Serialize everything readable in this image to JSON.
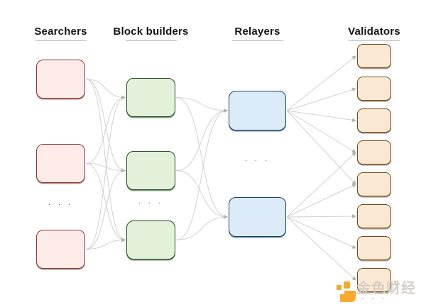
{
  "diagram": {
    "edge_color": "#c9c9c9",
    "arrow_color": "#b3b3b3",
    "underline_color": "#b8b8b8",
    "ellipsis": "· · ·",
    "columns": [
      {
        "id": "searchers",
        "label": "Searchers",
        "fill": "#fcebe6",
        "border": "#8a3a30",
        "node_count": 3,
        "has_ellipsis": true
      },
      {
        "id": "builders",
        "label": "Block builders",
        "fill": "#e3f0da",
        "border": "#1f4f20",
        "node_count": 3,
        "has_ellipsis": true
      },
      {
        "id": "relayers",
        "label": "Relayers",
        "fill": "#dcebf8",
        "border": "#17436b",
        "node_count": 2,
        "has_ellipsis": true
      },
      {
        "id": "validators",
        "label": "Validators",
        "fill": "#fbe8d2",
        "border": "#6f4824",
        "node_count": 8,
        "has_ellipsis": true
      }
    ],
    "edges": [
      [
        "searchers-1",
        "builders-1"
      ],
      [
        "searchers-1",
        "builders-2"
      ],
      [
        "searchers-1",
        "builders-3"
      ],
      [
        "searchers-2",
        "builders-1"
      ],
      [
        "searchers-2",
        "builders-2"
      ],
      [
        "searchers-2",
        "builders-3"
      ],
      [
        "searchers-3",
        "builders-1"
      ],
      [
        "searchers-3",
        "builders-2"
      ],
      [
        "searchers-3",
        "builders-3"
      ],
      [
        "builders-1",
        "relayers-1"
      ],
      [
        "builders-1",
        "relayers-2"
      ],
      [
        "builders-2",
        "relayers-1"
      ],
      [
        "builders-2",
        "relayers-2"
      ],
      [
        "builders-3",
        "relayers-1"
      ],
      [
        "builders-3",
        "relayers-2"
      ],
      [
        "relayers-1",
        "validators-1"
      ],
      [
        "relayers-1",
        "validators-2"
      ],
      [
        "relayers-1",
        "validators-3"
      ],
      [
        "relayers-1",
        "validators-4"
      ],
      [
        "relayers-1",
        "validators-5"
      ],
      [
        "relayers-2",
        "validators-4"
      ],
      [
        "relayers-2",
        "validators-5"
      ],
      [
        "relayers-2",
        "validators-6"
      ],
      [
        "relayers-2",
        "validators-7"
      ],
      [
        "relayers-2",
        "validators-8"
      ]
    ]
  },
  "watermark": {
    "text": "金色财经",
    "accent_mark": "ʼ",
    "icon_color": "#f5a31d",
    "text_color": "#d2ccc5"
  }
}
